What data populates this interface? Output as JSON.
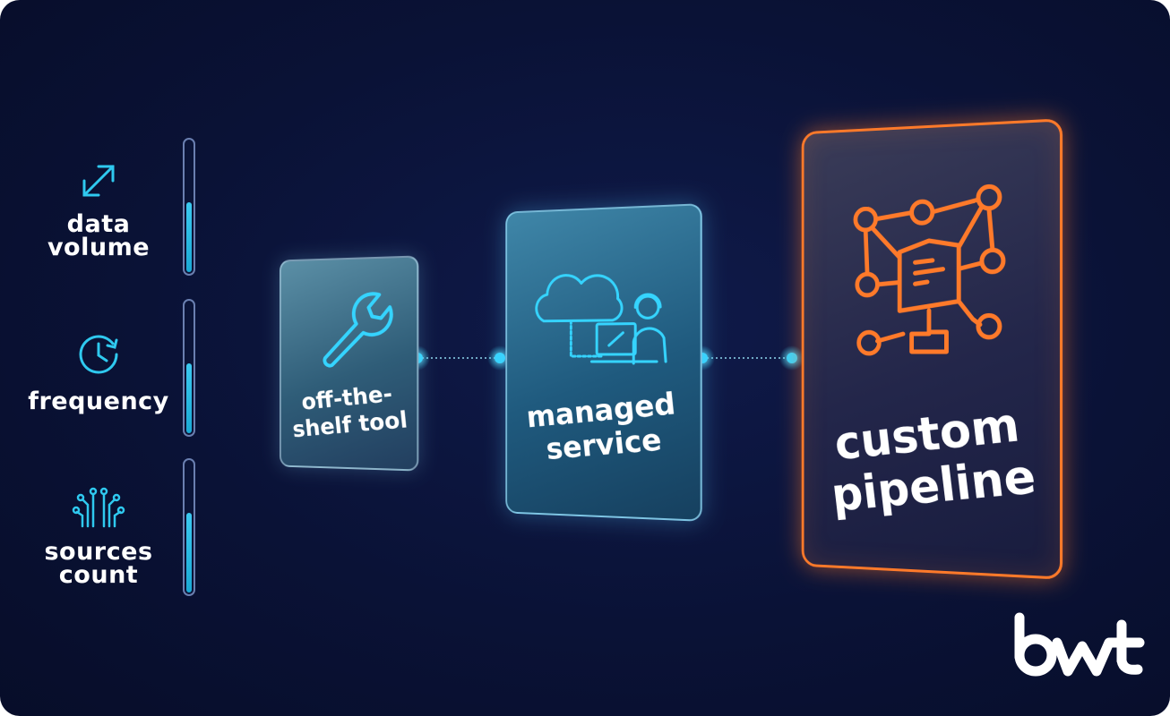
{
  "factors": [
    {
      "label_line1": "data",
      "label_line2": "volume",
      "level": 0.55
    },
    {
      "label_line1": "frequency",
      "level": 0.55
    },
    {
      "label_line1": "sources",
      "label_line2": "count",
      "level": 0.62
    }
  ],
  "cards": {
    "offshelf": {
      "line1": "off-the-",
      "line2": "shelf tool"
    },
    "managed": {
      "line1": "managed",
      "line2": "service"
    },
    "custom": {
      "line1": "custom",
      "line2": "pipeline"
    }
  },
  "colors": {
    "accent_cyan": "#2fc9ef",
    "accent_orange": "#ff7a2a",
    "background": "#0a1236"
  },
  "logo": {
    "text": "bwt"
  },
  "icons": [
    "resize-arrows-icon",
    "clock-icon",
    "circuit-icon",
    "wrench-icon",
    "cloud-support-icon",
    "pipeline-network-icon"
  ]
}
